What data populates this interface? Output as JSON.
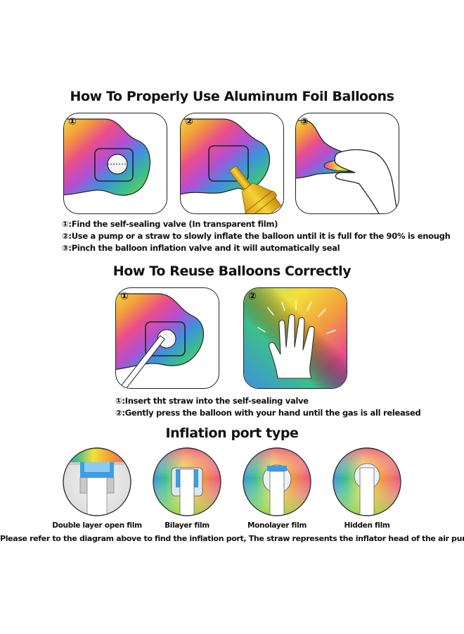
{
  "section_proper_use": {
    "title": "How To Properly Use Aluminum Foil Balloons",
    "panel_numbers": [
      "①",
      "②",
      "③"
    ],
    "steps": [
      "①:Find the self-sealing valve (In transparent film)",
      "②:Use a pump or a straw to slowly inflate the balloon until it is full for the 90% is enough",
      "③:Pinch the balloon inflation valve and it will automatically seal"
    ]
  },
  "section_reuse": {
    "title": "How To Reuse Balloons Correctly",
    "panel_numbers": [
      "①",
      "②"
    ],
    "steps": [
      "①:Insert tht straw into the self-sealing valve",
      "②:Gently press the balloon with your hand until the gas is all released"
    ]
  },
  "section_port_type": {
    "title": "Inflation port type",
    "types": [
      {
        "label": "Double layer open film"
      },
      {
        "label": "Bilayer film"
      },
      {
        "label": "Monolayer film"
      },
      {
        "label": "Hidden film"
      }
    ],
    "note": "Please refer to the diagram above to find the inflation port, The straw represents the inflator head of the air pump"
  },
  "colors": {
    "rainbow": [
      "#e8e03a",
      "#f2a23c",
      "#e94e8a",
      "#b44fd0",
      "#3f8fe0",
      "#3bbf8a",
      "#8fd23c"
    ],
    "pump_yellow": "#f2c21c",
    "outline": "#222222"
  }
}
